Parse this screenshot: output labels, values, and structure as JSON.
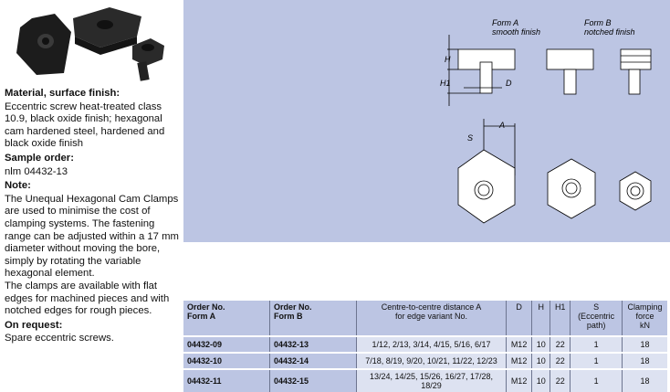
{
  "product": {
    "sections": [
      {
        "heading": "Material, surface finish:",
        "text": "Eccentric screw heat-treated class 10.9, black oxide finish; hexagonal cam hardened steel, hardened and black oxide finish"
      },
      {
        "heading": "Sample order:",
        "text": "nlm 04432-13"
      },
      {
        "heading": "Note:",
        "text": "The Unequal Hexagonal Cam Clamps are used to minimise the cost of clamping systems. The fastening range can be adjusted within a 17 mm diameter without moving the bore, simply by rotating the variable hexagonal element.",
        "text2": "The clamps are available with flat edges for machined pieces and with notched edges for rough pieces."
      },
      {
        "heading": "On request:",
        "text": "Spare eccentric screws."
      }
    ]
  },
  "drawing": {
    "form_a": "Form A",
    "form_a_sub": "smooth finish",
    "form_b": "Form B",
    "form_b_sub": "notched finish",
    "H": "H",
    "H1": "H1",
    "D": "D",
    "A": "A",
    "S": "S"
  },
  "table": {
    "headers": [
      "Order No. Form A",
      "Order No. Form B",
      "Centre-to-centre distance A for edge variant No.",
      "D",
      "H",
      "H1",
      "S (Eccentric path)",
      "Clamping force kN"
    ],
    "header_lines": [
      [
        "Order No.",
        "Form A"
      ],
      [
        "Order No.",
        "Form B"
      ],
      [
        "Centre-to-centre distance A",
        "for edge variant No."
      ],
      [
        "D"
      ],
      [
        "H"
      ],
      [
        "H1"
      ],
      [
        "S",
        "(Eccentric",
        "path)"
      ],
      [
        "Clamping",
        "force",
        "kN"
      ]
    ],
    "rows": [
      [
        "04432-09",
        "04432-13",
        "1/12, 2/13, 3/14, 4/15, 5/16, 6/17",
        "M12",
        "10",
        "22",
        "1",
        "18"
      ],
      [
        "04432-10",
        "04432-14",
        "7/18, 8/19, 9/20, 10/21, 11/22, 12/23",
        "M12",
        "10",
        "22",
        "1",
        "18"
      ],
      [
        "04432-11",
        "04432-15",
        "13/24, 14/25, 15/26, 16/27, 17/28, 18/29",
        "M12",
        "10",
        "22",
        "1",
        "18"
      ]
    ]
  }
}
